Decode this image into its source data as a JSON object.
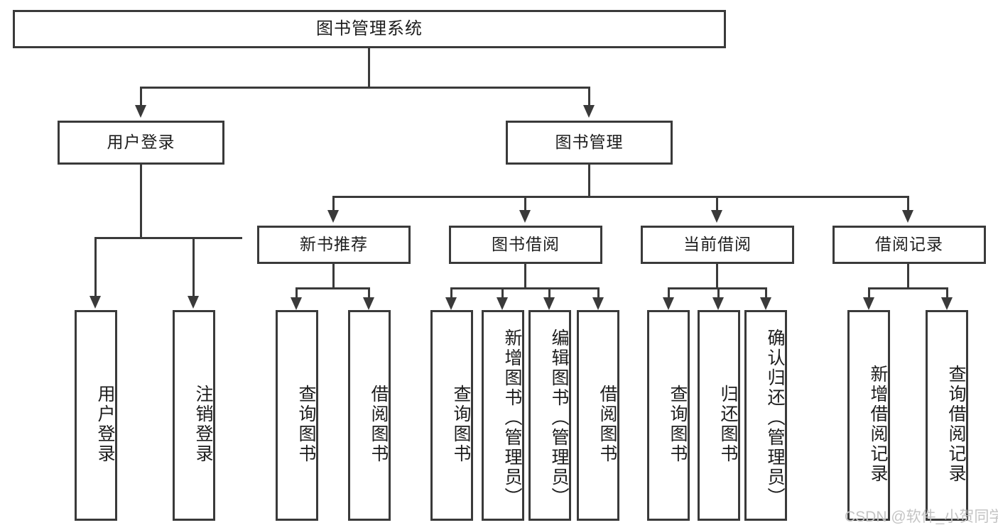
{
  "diagram": {
    "title": "图书管理系统",
    "type": "tree",
    "root": {
      "label": "图书管理系统"
    },
    "level2": [
      {
        "label": "用户登录"
      },
      {
        "label": "图书管理"
      }
    ],
    "level3": [
      {
        "label": "新书推荐"
      },
      {
        "label": "图书借阅"
      },
      {
        "label": "当前借阅"
      },
      {
        "label": "借阅记录"
      }
    ],
    "leaves": {
      "user_login": [
        {
          "label": "用户登录"
        },
        {
          "label": "注销登录"
        }
      ],
      "new_book_recommend": [
        {
          "label": "查询图书"
        },
        {
          "label": "借阅图书"
        }
      ],
      "book_borrow": [
        {
          "label": "查询图书"
        },
        {
          "label": "新增图书（管理员）"
        },
        {
          "label": "编辑图书（管理员）"
        },
        {
          "label": "借阅图书"
        }
      ],
      "current_borrow": [
        {
          "label": "查询图书"
        },
        {
          "label": "归还图书"
        },
        {
          "label": "确认归还（管理员）"
        }
      ],
      "borrow_record": [
        {
          "label": "新增借阅记录"
        },
        {
          "label": "查询借阅记录"
        }
      ]
    },
    "watermark": "CSDN @软件_小贺同学",
    "colors": {
      "stroke": "#3a3a3a",
      "fill": "#ffffff",
      "text": "#1d1d1d",
      "watermark": "#c4c4c4"
    }
  }
}
